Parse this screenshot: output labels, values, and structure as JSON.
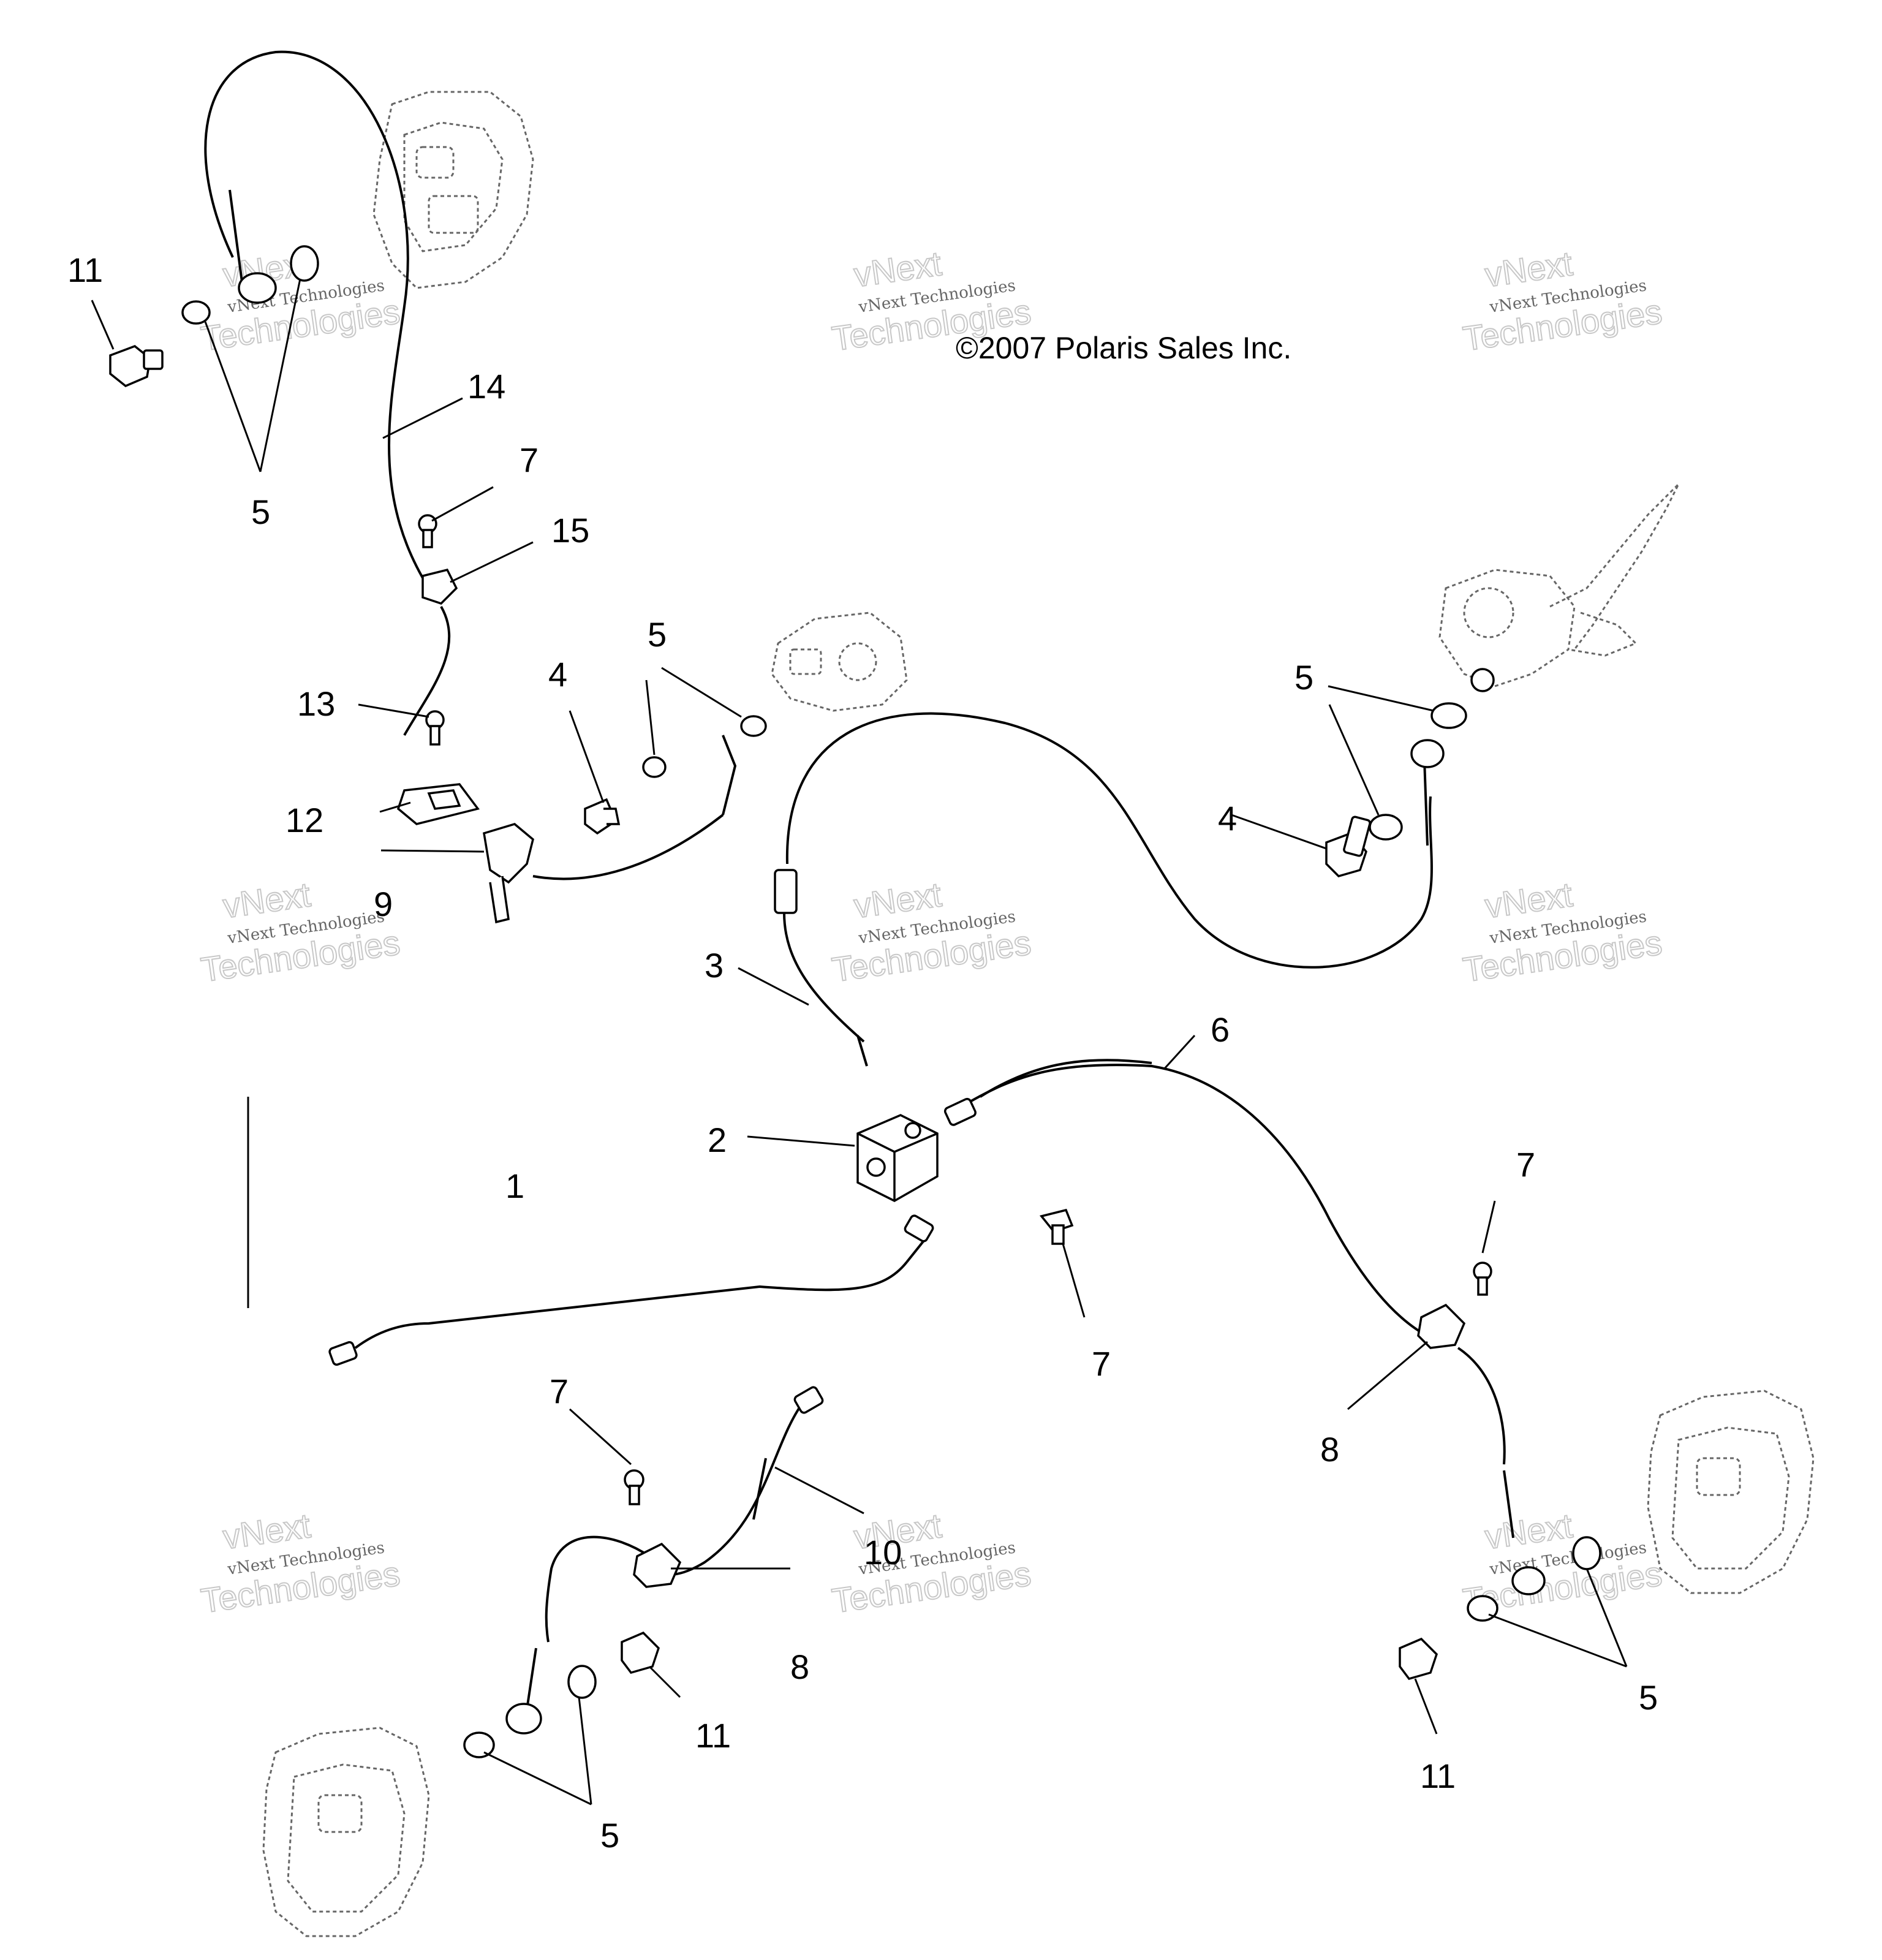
{
  "copyright": "©2007 Polaris Sales Inc.",
  "watermark": {
    "line1": "vNext Technologies",
    "line2": "vNext",
    "line3": "Technologies"
  },
  "labels": {
    "n1": "1",
    "n2": "2",
    "n3": "3",
    "n4_center": "4",
    "n4_right": "4",
    "n5_topleft": "5",
    "n5_center": "5",
    "n5_right": "5",
    "n5_bottomleft": "5",
    "n5_bottomright": "5",
    "n6": "6",
    "n7_top": "7",
    "n7_right": "7",
    "n7_center": "7",
    "n7_left": "7",
    "n8_right": "8",
    "n8_left": "8",
    "n9": "9",
    "n10": "10",
    "n11_topleft": "11",
    "n11_bottomleft": "11",
    "n11_bottomright": "11",
    "n12": "12",
    "n13": "13",
    "n14": "14",
    "n15": "15"
  }
}
